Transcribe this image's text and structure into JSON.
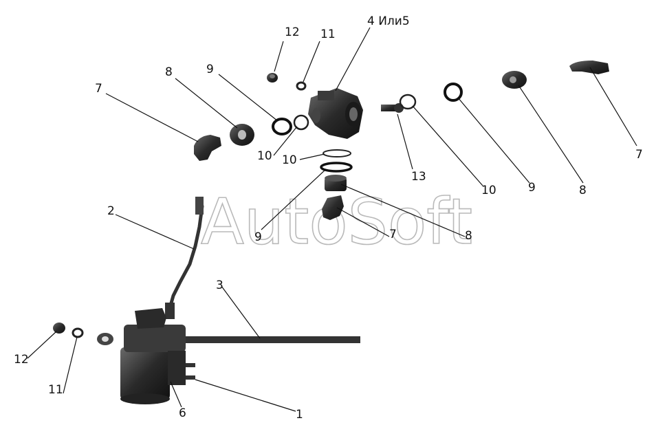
{
  "watermark": "AutoSoft",
  "labels": {
    "l12_top": "12",
    "l11_top": "11",
    "l4": "4 Или5",
    "l9_upper": "9",
    "l8_left": "8",
    "l7_left": "7",
    "l10_a": "10",
    "l10_b": "10",
    "l13": "13",
    "l10_right": "10",
    "l9_right": "9",
    "l8_right": "8",
    "l7_right": "7",
    "l2": "2",
    "l9_lower": "9",
    "l7_lower": "7",
    "l8_lower": "8",
    "l3": "3",
    "l12_bottom": "12",
    "l11_bottom": "11",
    "l6": "6",
    "l1": "1"
  },
  "colors": {
    "ink": "#111111",
    "part_dark": "#2a2a2a",
    "part_mid": "#555555",
    "watermark": "#b9b9b9"
  }
}
